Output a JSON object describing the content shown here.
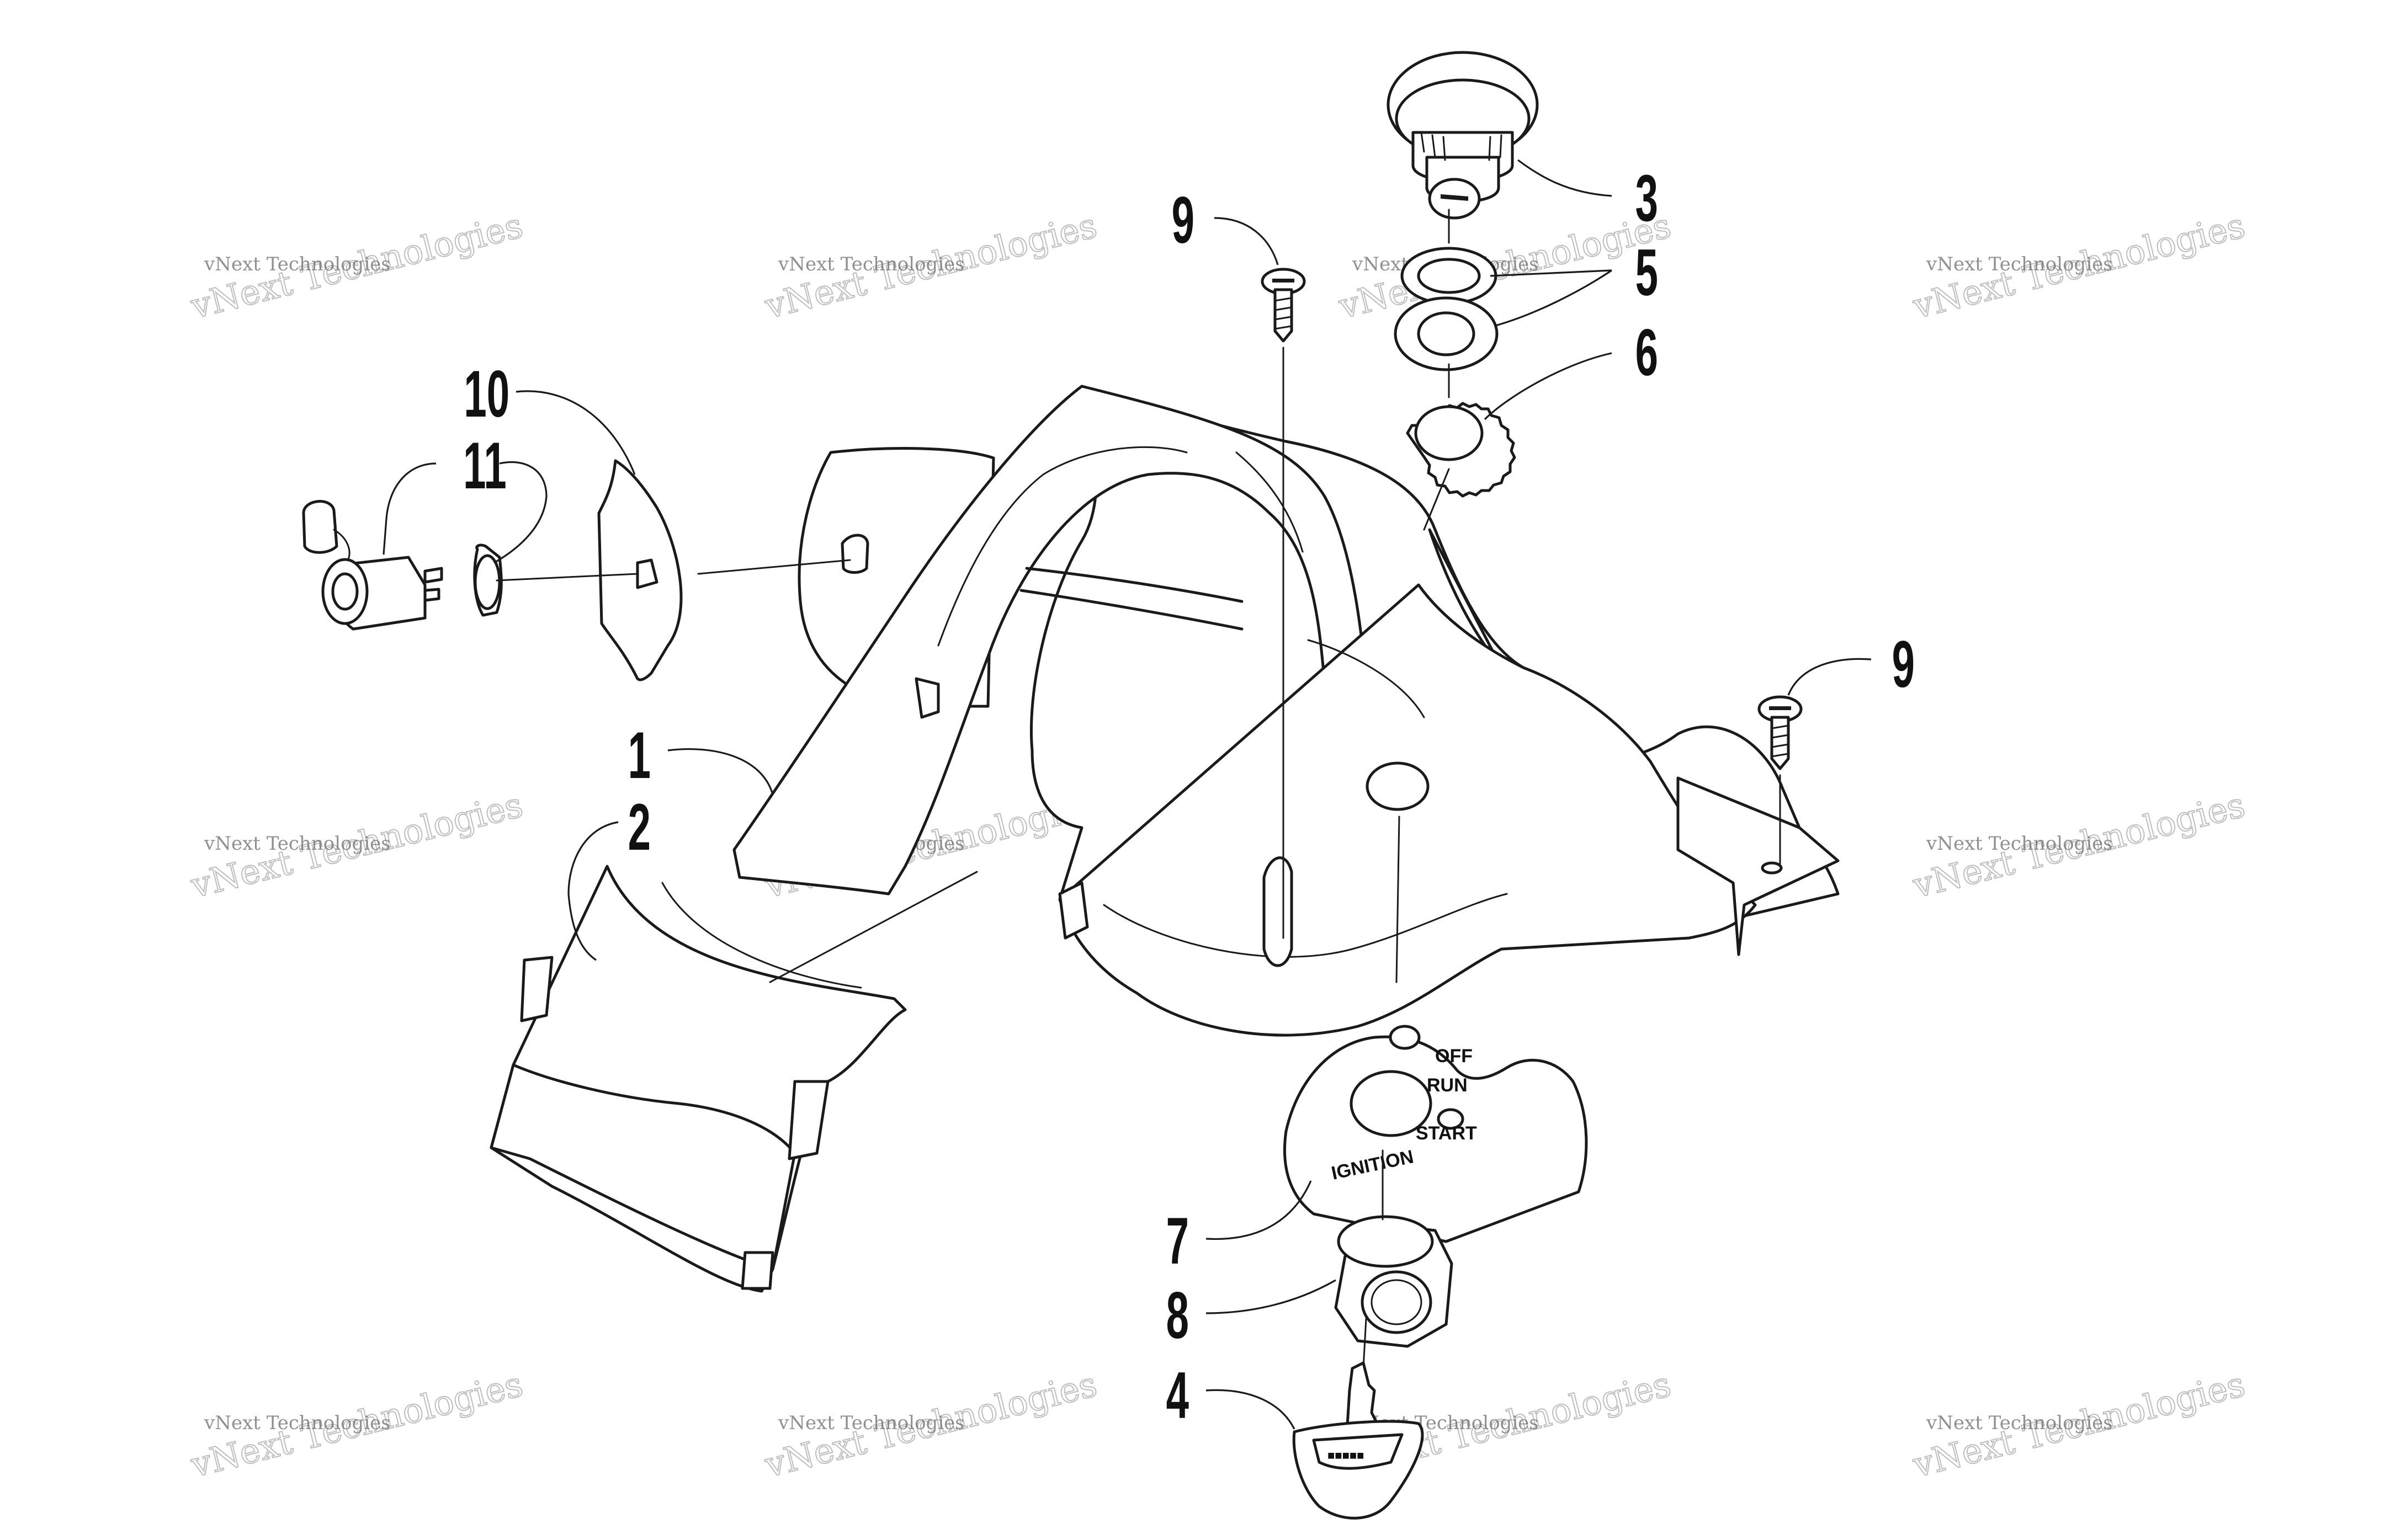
{
  "callouts": [
    {
      "id": "1",
      "label": "1"
    },
    {
      "id": "2",
      "label": "2"
    },
    {
      "id": "3",
      "label": "3"
    },
    {
      "id": "4",
      "label": "4"
    },
    {
      "id": "5",
      "label": "5"
    },
    {
      "id": "6",
      "label": "6"
    },
    {
      "id": "7",
      "label": "7"
    },
    {
      "id": "8",
      "label": "8"
    },
    {
      "id": "9a",
      "label": "9"
    },
    {
      "id": "9b",
      "label": "9"
    },
    {
      "id": "10",
      "label": "10"
    },
    {
      "id": "11",
      "label": "11"
    }
  ],
  "ignition_plate": {
    "off": "OFF",
    "run": "RUN",
    "start": "START",
    "ignition": "IGNITION"
  },
  "watermark": {
    "line1": "vNext Technologies",
    "line2": "vNext Technologies"
  }
}
